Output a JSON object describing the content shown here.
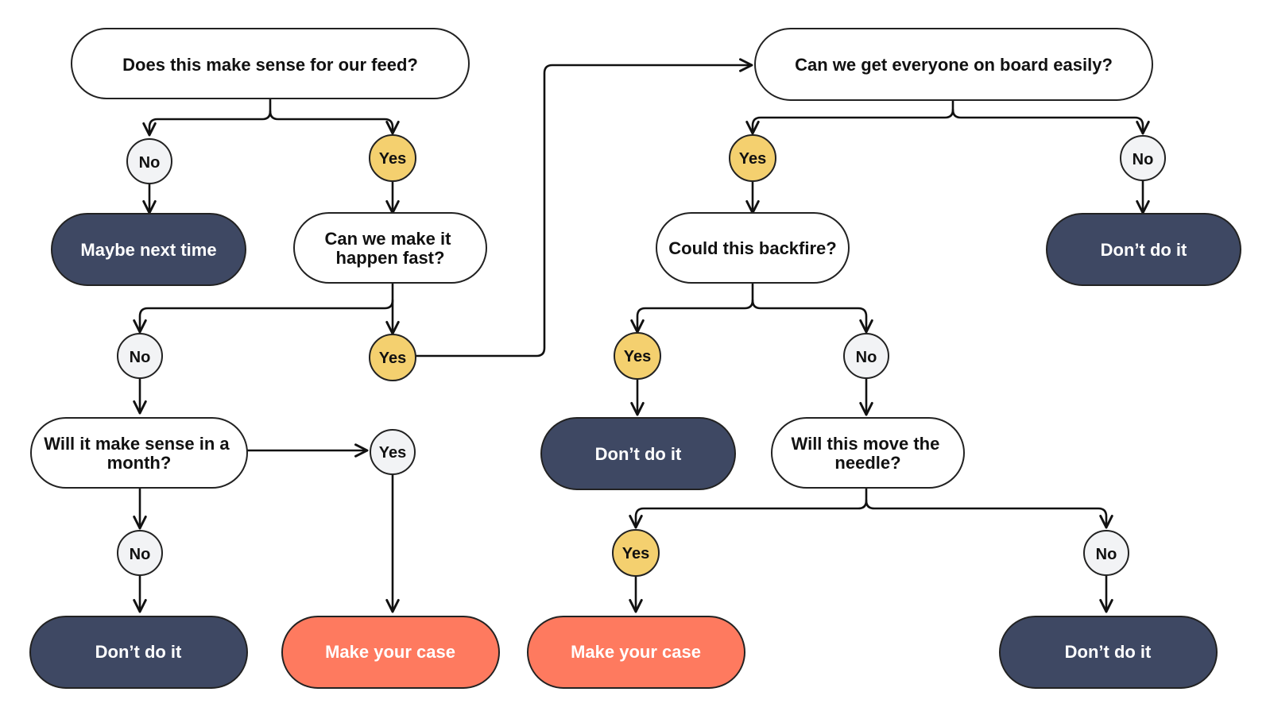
{
  "colors": {
    "line": "#111111",
    "question_fill": "#ffffff",
    "question_stroke": "#222222",
    "stop_fill": "#3e4863",
    "stop_text": "#ffffff",
    "go_fill": "#fe7a5f",
    "go_text": "#ffffff",
    "yes_fill": "#f4d06f",
    "no_fill": "#f2f3f5",
    "text": "#111111"
  },
  "questions": {
    "feed": "Does this make sense for our feed?",
    "fast": [
      "Can we make it",
      "happen fast?"
    ],
    "month": [
      "Will it make sense in a",
      "month?"
    ],
    "board": "Can we get everyone on board easily?",
    "backfire": "Could this backfire?",
    "needle": [
      "Will this move the",
      "needle?"
    ]
  },
  "outcomes": {
    "maybe_next_time": "Maybe next time",
    "dont_do_it": "Don’t do it",
    "make_your_case": "Make your case"
  },
  "answers": {
    "yes": "Yes",
    "no": "No"
  }
}
